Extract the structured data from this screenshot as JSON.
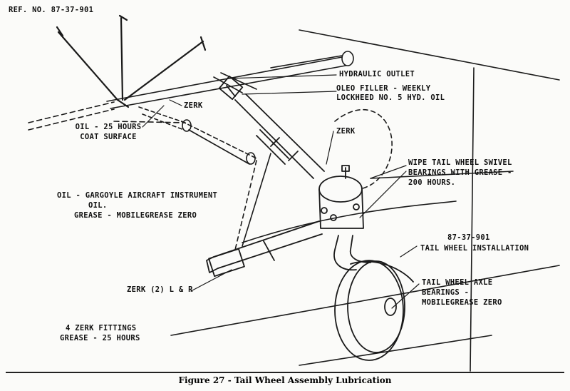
{
  "ref_no": "REF. NO. 87-37-901",
  "labels": {
    "hydraulic_outlet": "HYDRAULIC OUTLET",
    "oleo_filler_1": "OLEO FILLER - WEEKLY",
    "oleo_filler_2": "LOCKHEED NO. 5 HYD. OIL",
    "zerk_top": "ZERK",
    "zerk_right": "ZERK",
    "oil_25_1": "OIL - 25 HOURS",
    "oil_25_2": "COAT SURFACE",
    "wipe_1": "WIPE TAIL WHEEL SWIVEL",
    "wipe_2": "BEARINGS WITH GREASE -",
    "wipe_3": "200 HOURS.",
    "gargoyle_1": "OIL - GARGOYLE AIRCRAFT INSTRUMENT",
    "gargoyle_2": "OIL.",
    "gargoyle_3": "GREASE - MOBILEGREASE ZERO",
    "install_no": "87-37-901",
    "install_title": "TAIL WHEEL INSTALLATION",
    "axle_1": "TAIL WHEEL AXLE",
    "axle_2": "BEARINGS -",
    "axle_3": "MOBILEGREASE ZERO",
    "zerk_lr": "ZERK (2) L & R",
    "fittings_1": "4 ZERK FITTINGS",
    "fittings_2": "GREASE - 25 HOURS"
  },
  "caption": "Figure 27 - Tail Wheel Assembly Lubrication"
}
